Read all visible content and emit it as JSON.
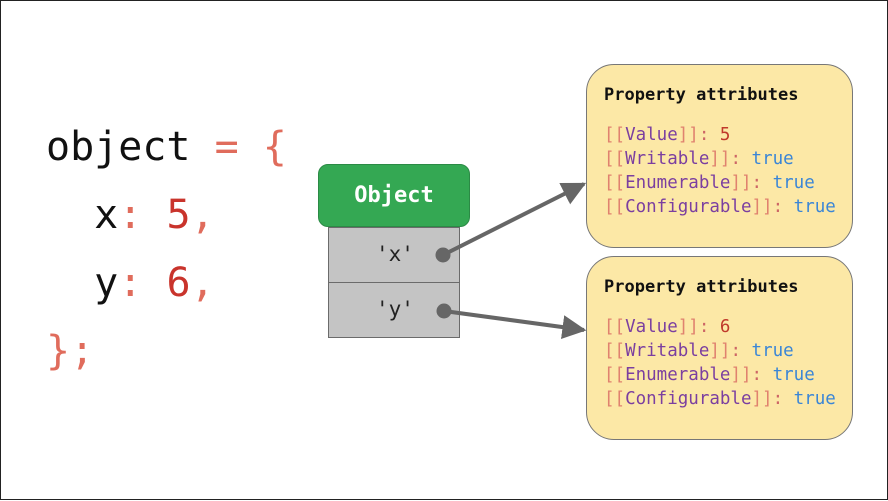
{
  "code": {
    "line1": {
      "ident": "object",
      "op": " = {"
    },
    "line2": {
      "indent": "  ",
      "key": "x",
      "colon": ": ",
      "value": "5",
      "comma": ","
    },
    "line3": {
      "indent": "  ",
      "key": "y",
      "colon": ": ",
      "value": "6",
      "comma": ","
    },
    "line4": {
      "close": "};"
    }
  },
  "object": {
    "header": "Object",
    "slots": [
      {
        "key": "'x'"
      },
      {
        "key": "'y'"
      }
    ]
  },
  "cards": [
    {
      "title": "Property attributes",
      "rows": [
        {
          "open": "[[",
          "attr": "Value",
          "close": "]]",
          "colon": ": ",
          "value": "5",
          "kind": "num"
        },
        {
          "open": "[[",
          "attr": "Writable",
          "close": "]]",
          "colon": ": ",
          "value": "true",
          "kind": "bool"
        },
        {
          "open": "[[",
          "attr": "Enumerable",
          "close": "]]",
          "colon": ": ",
          "value": "true",
          "kind": "bool"
        },
        {
          "open": "[[",
          "attr": "Configurable",
          "close": "]]",
          "colon": ": ",
          "value": "true",
          "kind": "bool"
        }
      ]
    },
    {
      "title": "Property attributes",
      "rows": [
        {
          "open": "[[",
          "attr": "Value",
          "close": "]]",
          "colon": ": ",
          "value": "6",
          "kind": "num"
        },
        {
          "open": "[[",
          "attr": "Writable",
          "close": "]]",
          "colon": ": ",
          "value": "true",
          "kind": "bool"
        },
        {
          "open": "[[",
          "attr": "Enumerable",
          "close": "]]",
          "colon": ": ",
          "value": "true",
          "kind": "bool"
        },
        {
          "open": "[[",
          "attr": "Configurable",
          "close": "]]",
          "colon": ": ",
          "value": "true",
          "kind": "bool"
        }
      ]
    }
  ],
  "colors": {
    "header_green": "#34a853",
    "slot_gray": "#c4c4c4",
    "card_yellow": "#fce8a6",
    "arrow": "#666666"
  }
}
